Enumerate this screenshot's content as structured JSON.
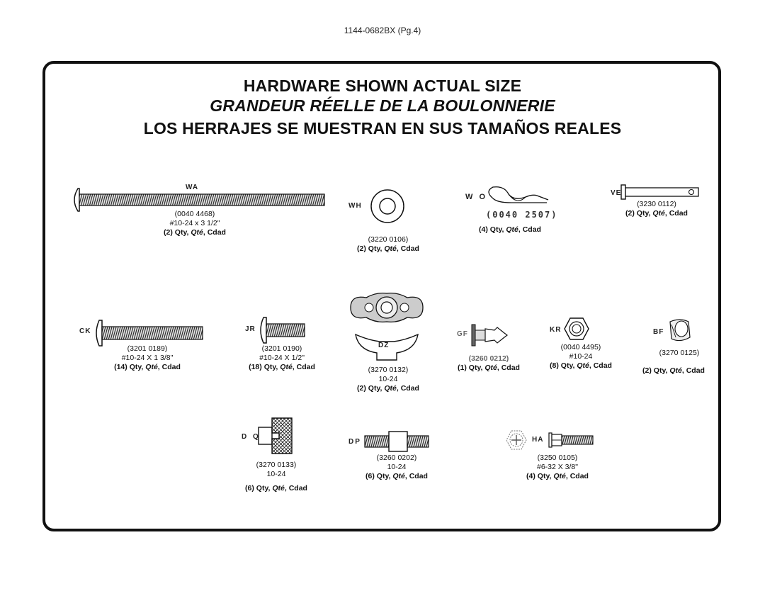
{
  "doc_id": "1144-0682BX   (Pg.4)",
  "titles": {
    "en": "HARDWARE SHOWN ACTUAL SIZE",
    "fr": "GRANDEUR RÉELLE DE LA BOULONNERIE",
    "es": "LOS HERRAJES SE MUESTRAN EN SUS TAMAÑOS REALES"
  },
  "qty_words": {
    "qty": "Qty,",
    "qte": "Qté",
    "cdad": ", Cdad"
  },
  "parts": {
    "WA": {
      "code": "WA",
      "part": "(0040 4468)",
      "size": "#10-24 x 3 1/2\"",
      "qty": "(2)"
    },
    "WH": {
      "code": "WH",
      "part": "(3220 0106)",
      "qty": "(2)"
    },
    "WO": {
      "code": "W O",
      "part": "(0040 2507)",
      "qty": "(4)"
    },
    "VE": {
      "code": "VE",
      "part": "(3230 0112)",
      "qty": "(2)"
    },
    "CK": {
      "code": "CK",
      "part": "(3201 0189)",
      "size": "#10-24 X 1 3/8\"",
      "qty": "(14)"
    },
    "JR": {
      "code": "JR",
      "part": "(3201 0190)",
      "size": "#10-24 X 1/2\"",
      "qty": "(18)"
    },
    "DZ": {
      "code": "DZ",
      "part": "(3270 0132)",
      "size": "10-24",
      "qty": "(2)"
    },
    "GF": {
      "code": "GF",
      "part": "(3260 0212)",
      "qty": "(1)"
    },
    "KR": {
      "code": "KR",
      "part": "(0040 4495)",
      "size": "#10-24",
      "qty": "(8)"
    },
    "BF": {
      "code": "BF",
      "part": "(3270 0125)",
      "qty": "(2)"
    },
    "DQ": {
      "code": "D Q",
      "part": "(3270 0133)",
      "size": "10-24",
      "qty": "(6)"
    },
    "DP": {
      "code": "DP",
      "part": "(3260 0202)",
      "size": "10-24",
      "qty": "(6)"
    },
    "HA": {
      "code": "HA",
      "part": "(3250 0105)",
      "size": "#6-32 X 3/8\"",
      "qty": "(4)"
    }
  }
}
